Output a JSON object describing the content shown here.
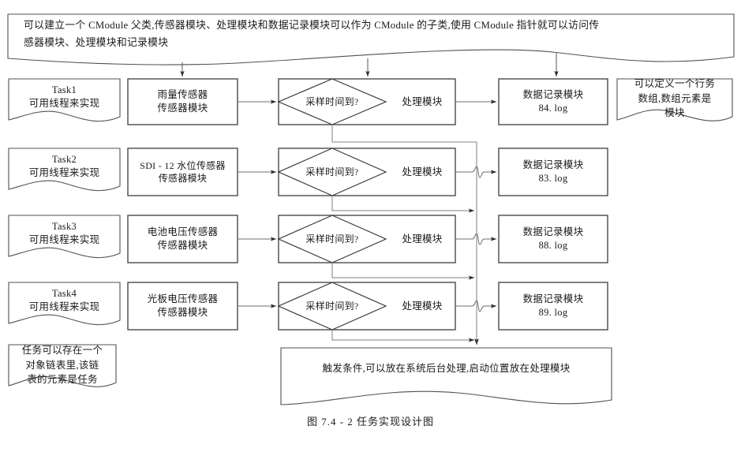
{
  "figure": {
    "caption": "图 7.4 - 2   任务实现设计图",
    "stroke_color": "#404040",
    "light_stroke_color": "#8c8c8c",
    "background": "#ffffff"
  },
  "notes": {
    "top": "可以建立一个 CModule 父类,传感器模块、处理模块和数据记录模块可以作为 CModule 的子类,使用 CModule 指针就可以访问传\n感器模块、处理模块和记录模块",
    "right": "可以定义一个行务\n数组,数组元素是\n模块",
    "bottom_left": "任务可以存在一个\n对象链表里,该链\n表的元素是任务",
    "bottom_center": "触发条件,可以放在系统后台处理,启动位置放在处理模块"
  },
  "rows": [
    {
      "task": "Task1\n可用线程来实现",
      "sensor": "雨量传感器\n传感器模块",
      "decision": "采样时间到?",
      "process": "处理模块",
      "logger": "数据记录模块\n84. log"
    },
    {
      "task": "Task2\n可用线程来实现",
      "sensor": "SDI - 12 水位传感器\n传感器模块",
      "decision": "采样时间到?",
      "process": "处理模块",
      "logger": "数据记录模块\n83. log"
    },
    {
      "task": "Task3\n可用线程来实现",
      "sensor": "电池电压传感器\n传感器模块",
      "decision": "采样时间到?",
      "process": "处理模块",
      "logger": "数据记录模块\n88. log"
    },
    {
      "task": "Task4\n可用线程来实现",
      "sensor": "光板电压传感器\n传感器模块",
      "decision": "采样时间到?",
      "process": "处理模块",
      "logger": "数据记录模块\n89. log"
    }
  ]
}
